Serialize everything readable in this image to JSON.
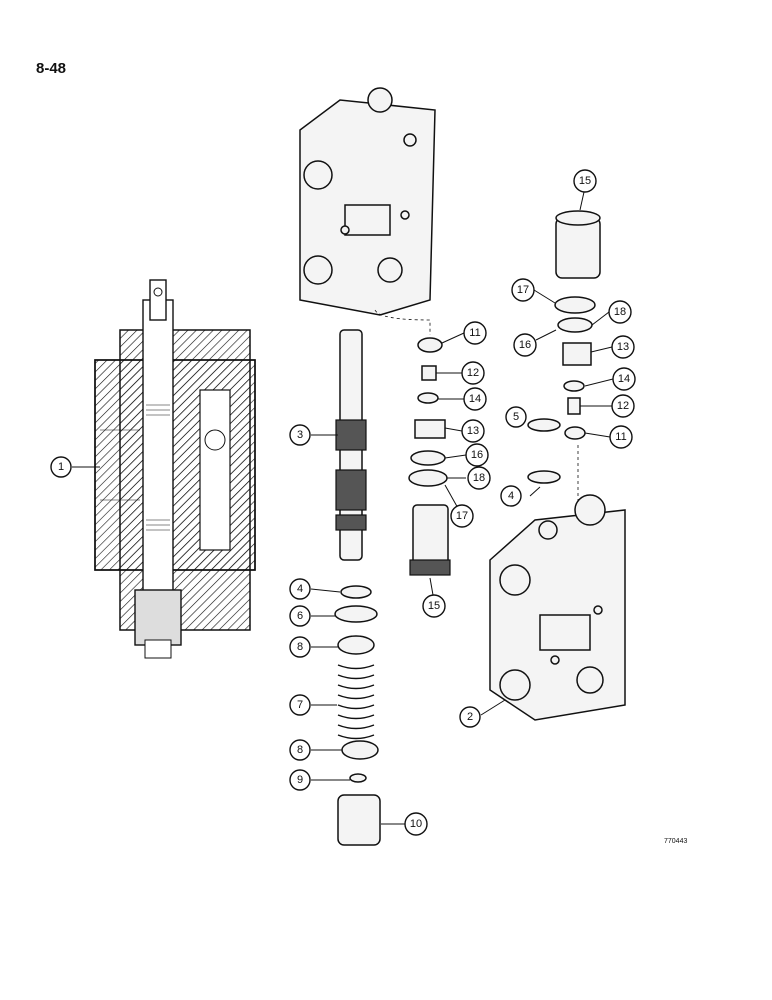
{
  "page_number": "8-48",
  "figure_id": "770443",
  "callouts": [
    {
      "id": "c1",
      "label": "1"
    },
    {
      "id": "c2",
      "label": "2"
    },
    {
      "id": "c3",
      "label": "3"
    },
    {
      "id": "c4a",
      "label": "4"
    },
    {
      "id": "c4b",
      "label": "4"
    },
    {
      "id": "c5",
      "label": "5"
    },
    {
      "id": "c6",
      "label": "6"
    },
    {
      "id": "c7",
      "label": "7"
    },
    {
      "id": "c8a",
      "label": "8"
    },
    {
      "id": "c8b",
      "label": "8"
    },
    {
      "id": "c9",
      "label": "9"
    },
    {
      "id": "c10",
      "label": "10"
    },
    {
      "id": "c11a",
      "label": "11"
    },
    {
      "id": "c11b",
      "label": "11"
    },
    {
      "id": "c12a",
      "label": "12"
    },
    {
      "id": "c12b",
      "label": "12"
    },
    {
      "id": "c13a",
      "label": "13"
    },
    {
      "id": "c13b",
      "label": "13"
    },
    {
      "id": "c14a",
      "label": "14"
    },
    {
      "id": "c14b",
      "label": "14"
    },
    {
      "id": "c15a",
      "label": "15"
    },
    {
      "id": "c15b",
      "label": "15"
    },
    {
      "id": "c16a",
      "label": "16"
    },
    {
      "id": "c16b",
      "label": "16"
    },
    {
      "id": "c17a",
      "label": "17"
    },
    {
      "id": "c17b",
      "label": "17"
    },
    {
      "id": "c18a",
      "label": "18"
    },
    {
      "id": "c18b",
      "label": "18"
    }
  ]
}
